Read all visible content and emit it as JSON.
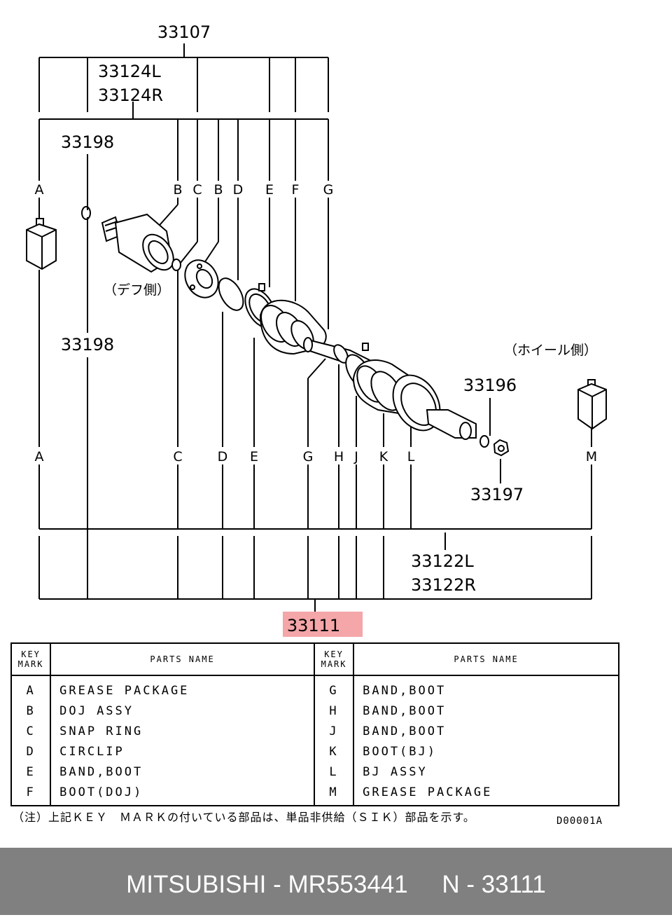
{
  "callouts": {
    "assy_top": "33107",
    "doj_assy_l": "33124L",
    "doj_assy_r": "33124R",
    "part_33198_upper": "33198",
    "part_33198_lower": "33198",
    "part_33196": "33196",
    "part_33197": "33197",
    "shaft_l": "33122L",
    "shaft_r": "33122R",
    "highlighted": "33111"
  },
  "side_labels": {
    "diff_side": "（デフ側）",
    "wheel_side": "（ホイール側）"
  },
  "upper_keys": [
    "A",
    "B",
    "C",
    "B",
    "D",
    "E",
    "F",
    "G"
  ],
  "lower_keys": [
    "A",
    "C",
    "D",
    "E",
    "G",
    "H",
    "J",
    "K",
    "L",
    "M"
  ],
  "highlight_color": "#f4a6a8",
  "table": {
    "key_header": [
      "KEY",
      "MARK"
    ],
    "name_header": "PARTS  NAME",
    "left_rows": [
      {
        "key": "A",
        "name": "GREASE PACKAGE"
      },
      {
        "key": "B",
        "name": "DOJ ASSY"
      },
      {
        "key": "C",
        "name": "SNAP RING"
      },
      {
        "key": "D",
        "name": "CIRCLIP"
      },
      {
        "key": "E",
        "name": "BAND,BOOT"
      },
      {
        "key": "F",
        "name": "BOOT(DOJ)"
      }
    ],
    "right_rows": [
      {
        "key": "G",
        "name": "BAND,BOOT"
      },
      {
        "key": "H",
        "name": "BAND,BOOT"
      },
      {
        "key": "J",
        "name": "BAND,BOOT"
      },
      {
        "key": "K",
        "name": "BOOT(BJ)"
      },
      {
        "key": "L",
        "name": "BJ ASSY"
      },
      {
        "key": "M",
        "name": "GREASE PACKAGE"
      }
    ]
  },
  "note": "（注）上記ＫＥＹ　ＭＡＲＫの付いている部品は、単品非供給（ＳＩＫ）部品を示す。",
  "doc_code": "D00001A",
  "footer": "MITSUBISHI - MR553441     N - 33111"
}
